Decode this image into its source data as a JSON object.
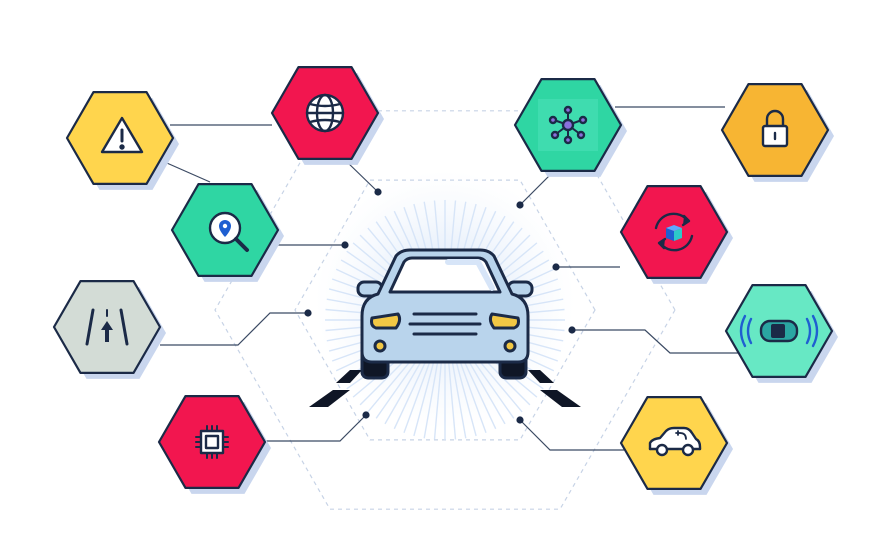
{
  "colors": {
    "background": "#ffffff",
    "outline": "#1b2a47",
    "shadow": "#c9d6ee",
    "connector": "#3b4a63",
    "dashed_hex": "#c7d3e6",
    "car_body": "#b9d4ec",
    "car_glass": "#ffffff",
    "headlight": "#f2c744",
    "road": "#0f1626",
    "red": "#f2164f",
    "yellow": "#ffd54d",
    "orange": "#f7b533",
    "green": "#2fd6a3",
    "mint": "#67e8c4",
    "grey": "#d3dcd6"
  },
  "center": {
    "icon": "car-front-icon"
  },
  "nodes": [
    {
      "id": "warning",
      "icon": "warning-triangle-icon",
      "color": "yellow"
    },
    {
      "id": "globe",
      "icon": "globe-icon",
      "color": "red"
    },
    {
      "id": "location",
      "icon": "location-search-icon",
      "color": "green"
    },
    {
      "id": "lane",
      "icon": "lane-road-icon",
      "color": "grey"
    },
    {
      "id": "chip",
      "icon": "chip-icon",
      "color": "red"
    },
    {
      "id": "network",
      "icon": "network-nodes-icon",
      "color": "green"
    },
    {
      "id": "lock",
      "icon": "padlock-icon",
      "color": "orange"
    },
    {
      "id": "sync",
      "icon": "sync-update-icon",
      "color": "red"
    },
    {
      "id": "sensor",
      "icon": "car-sensor-icon",
      "color": "mint"
    },
    {
      "id": "ev",
      "icon": "electric-car-icon",
      "color": "yellow"
    }
  ]
}
